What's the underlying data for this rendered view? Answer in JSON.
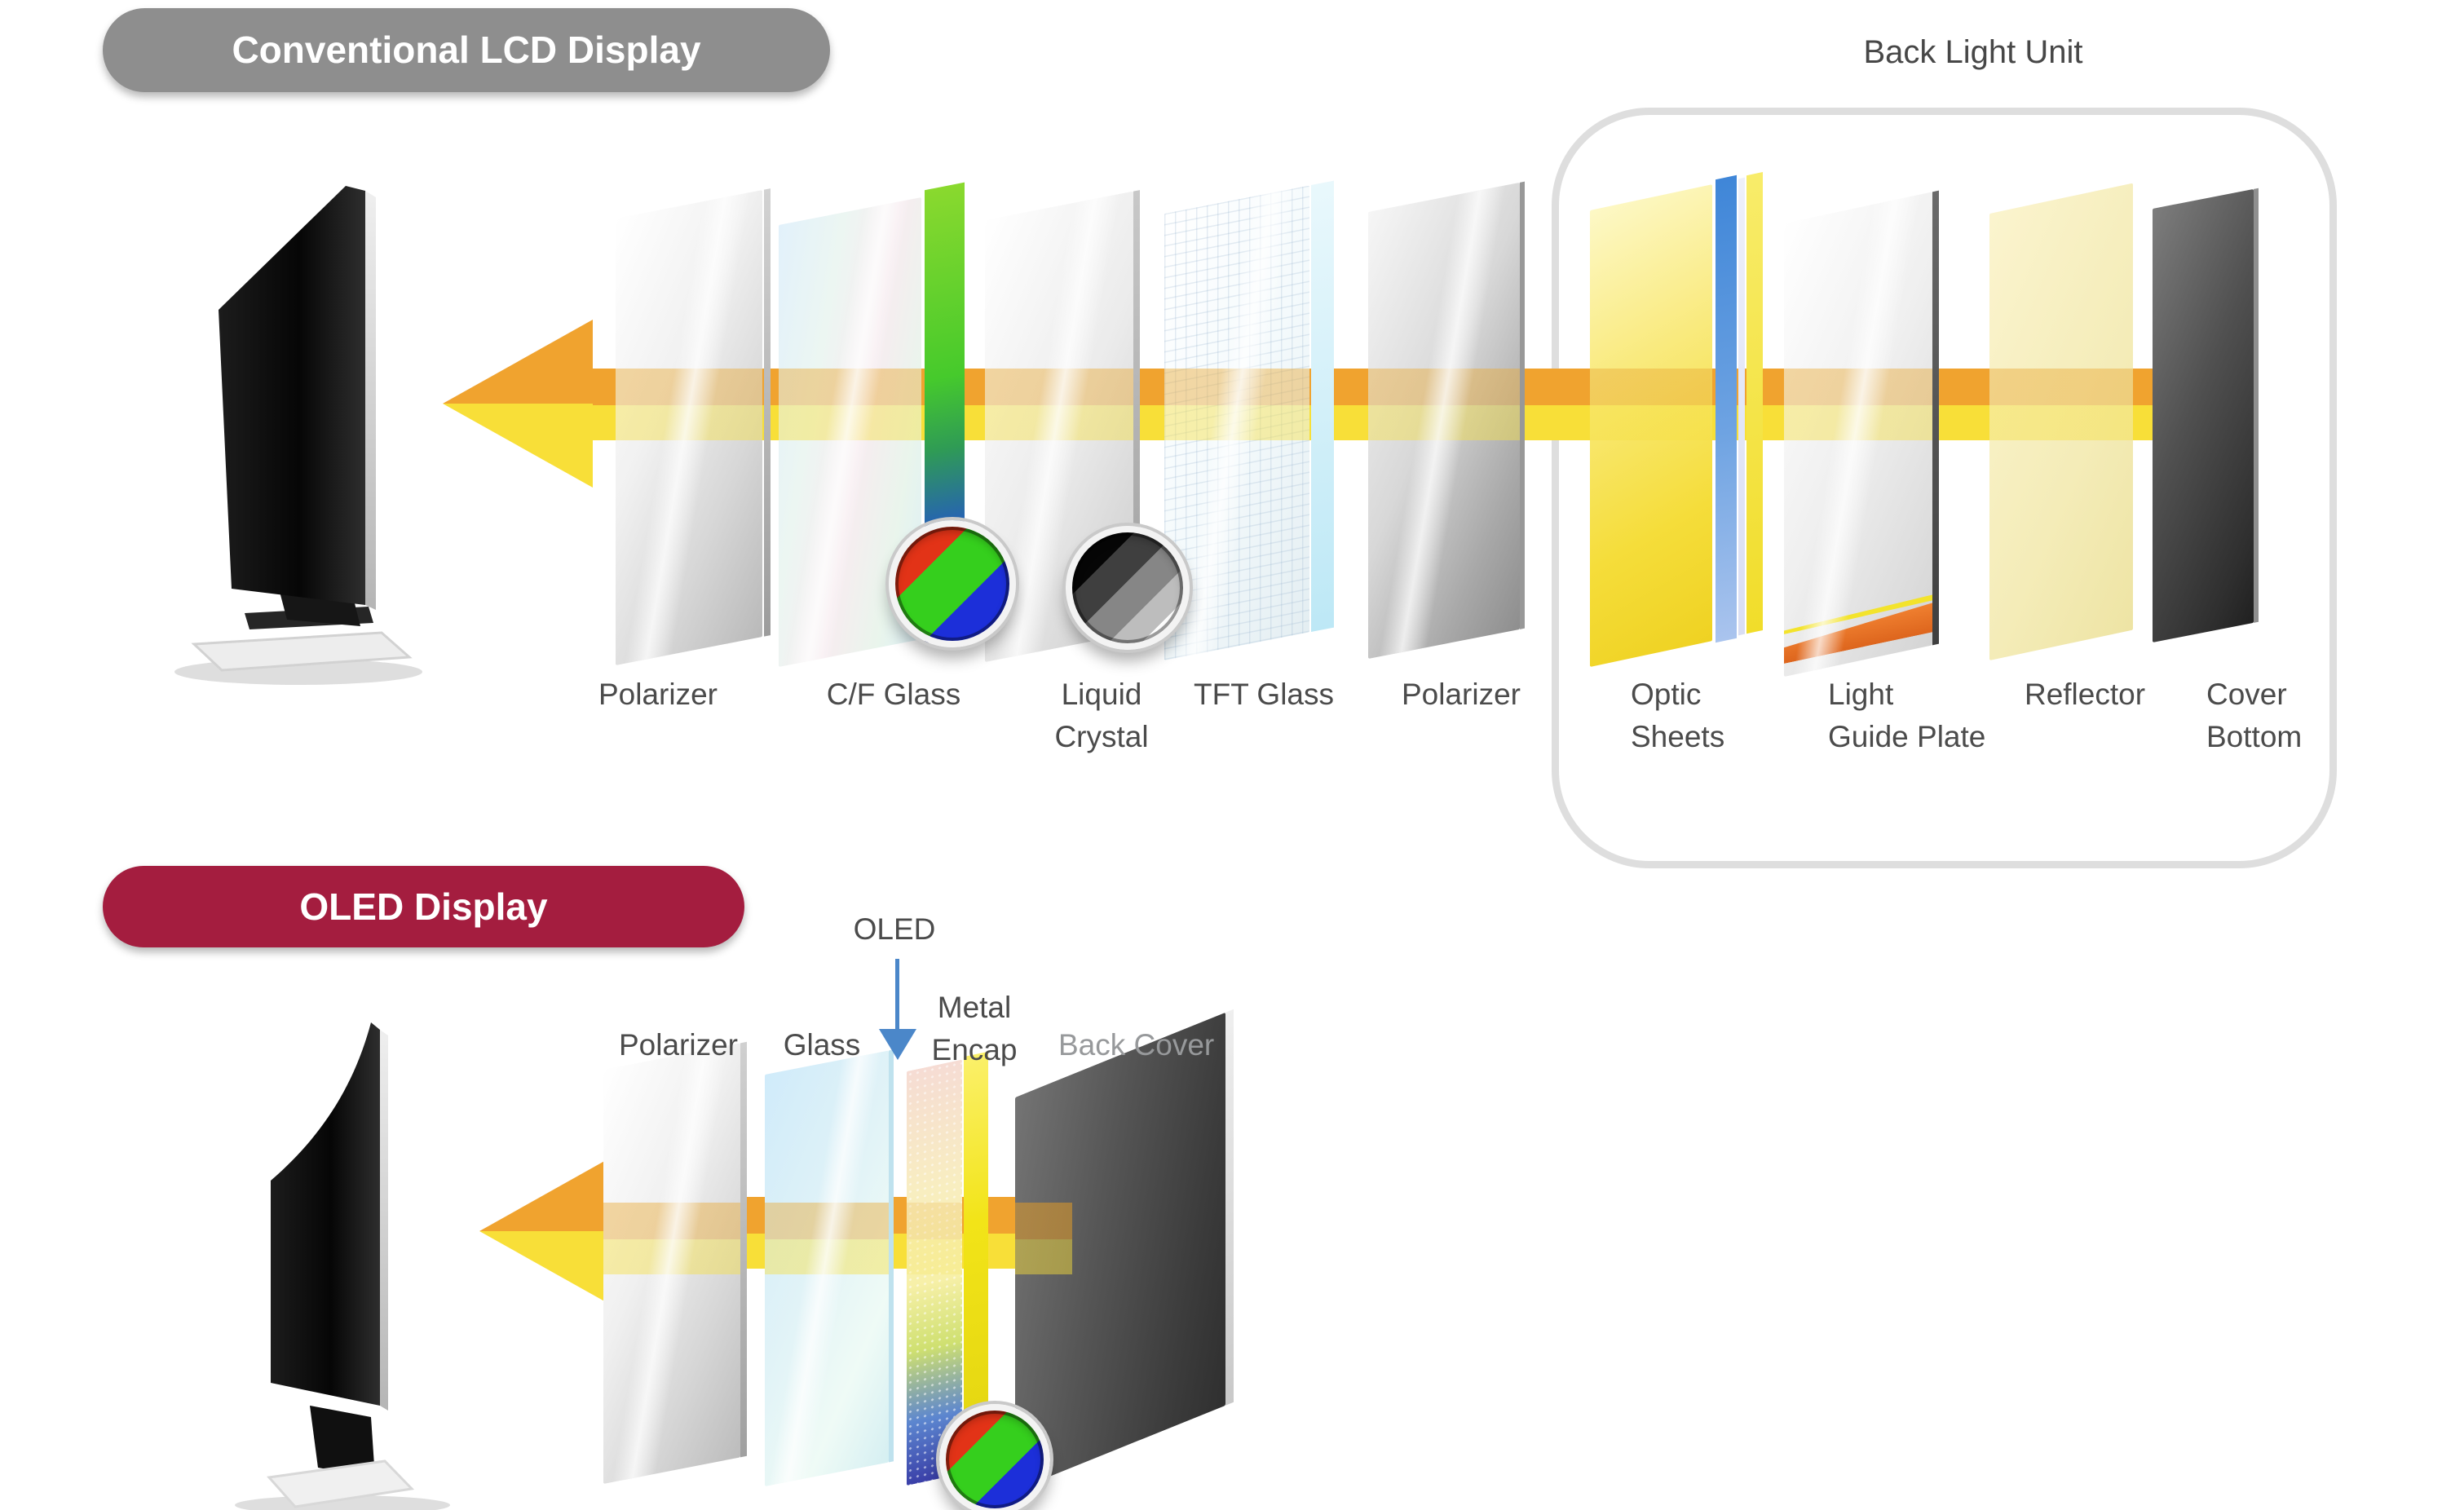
{
  "lcd": {
    "badge_label": "Conventional LCD Display",
    "badge_color": "#8e8e8e",
    "backlight_label": "Back Light Unit",
    "layer_labels": [
      "Polarizer",
      "C/F Glass",
      "Liquid\nCrystal",
      "TFT Glass",
      "Polarizer",
      "Optic\nSheets",
      "Light\nGuide Plate",
      "Reflector",
      "Cover\nBottom"
    ],
    "backlight_layers": [
      "Optic Sheets",
      "Light Guide Plate",
      "Reflector",
      "Cover Bottom"
    ]
  },
  "oled": {
    "badge_label": "OLED Display",
    "badge_color": "#a41d3f",
    "pointer_label": "OLED",
    "layer_labels": [
      "Polarizer",
      "Glass",
      "Metal\nEncap",
      "Back Cover"
    ]
  },
  "icons": {
    "cf_glass_magnifier": "rgb-stripes-circle",
    "liquid_crystal_magnifier": "grayscale-stripes-circle",
    "oled_magnifier": "rgb-stripes-circle",
    "light_direction_arrow": "left-arrow",
    "oled_pointer_arrow": "down-arrow"
  },
  "colors": {
    "lcd_badge": "#8e8e8e",
    "oled_badge": "#a41d3f",
    "arrow_orange": "#f0a32f",
    "arrow_yellow": "#f8df38",
    "bracket_gray": "#dedede",
    "label_text": "#4b4b4b",
    "backcover_label_text": "#97999b",
    "pointer_blue": "#4b87c9",
    "rgb_red": "#e23317",
    "rgb_green": "#35cf1d",
    "rgb_blue": "#1c2fd9"
  }
}
